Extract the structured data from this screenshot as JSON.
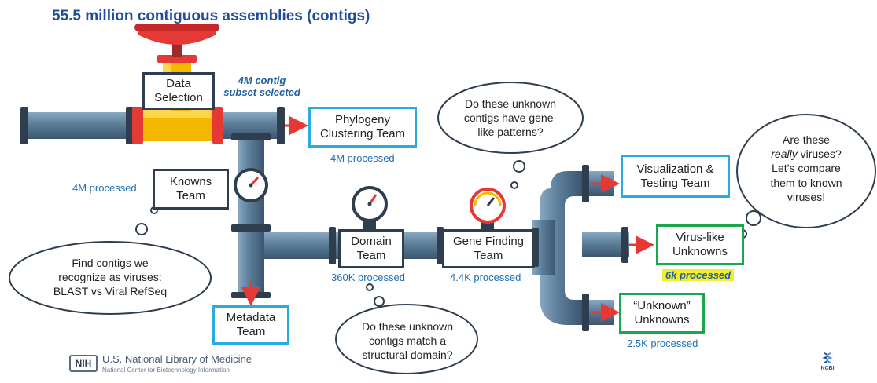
{
  "title": "55.5 million contiguous assemblies (contigs)",
  "boxes": {
    "data_selection": "Data\nSelection",
    "phylogeny": "Phylogeny\nClustering Team",
    "knowns": "Knowns\nTeam",
    "metadata": "Metadata\nTeam",
    "domain": "Domain\nTeam",
    "gene_finding": "Gene Finding\nTeam",
    "visualization": "Visualization &\nTesting Team",
    "virus_like": "Virus-like\nUnknowns",
    "unknown_unknowns": "“Unknown”\nUnknowns"
  },
  "notes": {
    "subset_selected": "4M contig\nsubset selected",
    "phylogeny_processed": "4M processed",
    "knowns_processed": "4M processed",
    "domain_processed": "360K processed",
    "gene_processed": "4.4K processed",
    "virus_like_processed": "6k processed",
    "unknown_processed": "2.5K processed"
  },
  "clouds": {
    "knowns": "Find contigs we\nrecognize as viruses:\nBLAST vs Viral RefSeq",
    "gene": "Do these unknown\ncontigs have gene-\nlike patterns?",
    "viruses_pre": "Are these",
    "viruses_em": "really",
    "viruses_post": " viruses?\nLet’s compare\nthem to known\nviruses!",
    "domain": "Do these unknown\ncontigs match a\nstructural domain?"
  },
  "footer": {
    "nih_badge": "NIH",
    "nih_line1": "U.S. National Library of Medicine",
    "nih_line2": "National Center for Biotechnology Information",
    "ncbi": "NCBI"
  },
  "colors": {
    "pipe": "#5b7d99",
    "pipe_dark": "#2f3e4e",
    "valve": "#e53935",
    "yellow": "#f5b800",
    "arrow": "#e53935",
    "title": "#1f4e9a",
    "box_border_dark": "#2e3d4f",
    "box_border_blue": "#29aae1",
    "box_border_green": "#1aa64a"
  }
}
